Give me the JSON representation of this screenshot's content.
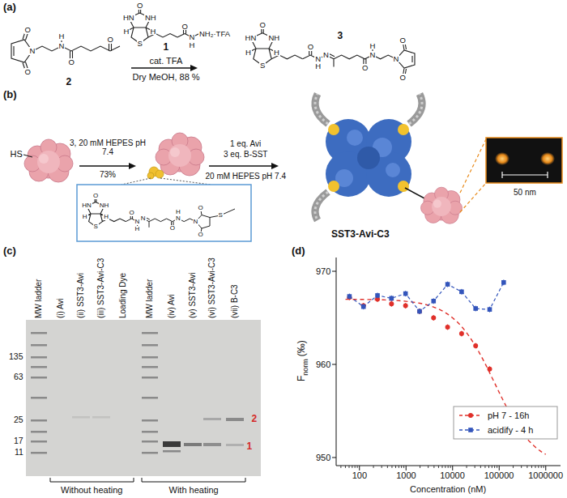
{
  "diagram": {
    "labels": [
      "(a)",
      "O",
      "HN",
      "NH",
      "H",
      "H",
      "S",
      "O",
      "N",
      "H",
      "NH₂·TFA",
      "1",
      "O",
      "O",
      "N",
      "H",
      "N",
      "O",
      "O",
      "2",
      "cat. TFA",
      "Dry MeOH, 88 %",
      "O",
      "HN",
      "NH",
      "H",
      "H",
      "S",
      "O",
      "H",
      "N",
      "N",
      "O",
      "H",
      "N",
      "N",
      "O",
      "O",
      "3",
      "(b)",
      "HS",
      "3, 20 mM HEPES pH 7.4",
      "73%",
      "O",
      "HN",
      "NH",
      "H",
      "H",
      "S",
      "O",
      "N",
      "H",
      "N",
      "O",
      "H",
      "N",
      "N",
      "O",
      "O",
      "S",
      "1 eq. Avi",
      "3 eq. B-SST",
      "20 mM HEPES pH 7.4",
      "SST3-Avi-C3",
      "50 nm",
      "(c)",
      "MW ladder",
      "(i) Avi",
      "(ii) SST3-Avi",
      "(iii) SST3-Avi-C3",
      "Loading Dye",
      "MW ladder",
      "(iv) Avi",
      "(v) SST3-Avi",
      "(vi) SST3-Avi-C3",
      "(vii) B-C3",
      "135",
      "63",
      "25",
      "17",
      "11",
      "2",
      "1",
      "Without heating",
      "With heating",
      "(d)",
      "970",
      "960",
      "950",
      "100",
      "1000",
      "10000",
      "100000",
      "1000000",
      "F",
      "norm",
      "(‰)",
      "Concentration (nM)"
    ],
    "legend": [
      {
        "text": "pH 7 - 16h"
      },
      {
        "text": "acidify - 4 h"
      }
    ]
  }
}
